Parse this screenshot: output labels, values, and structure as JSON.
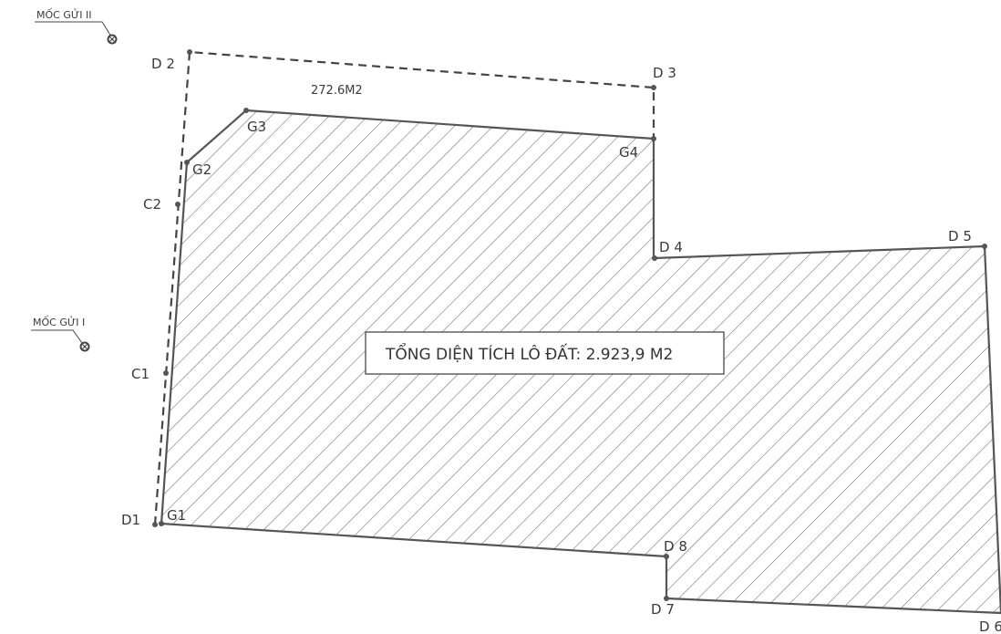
{
  "plan": {
    "total_area_label": "TỔNG DIỆN TÍCH LÔ ĐẤT: 2.923,9 M2",
    "strip_area_label": "272.6M2",
    "benchmarks": [
      {
        "label": "MỐC GỬI II"
      },
      {
        "label": "MỐC GỬI I"
      }
    ],
    "points": {
      "D1": "D1",
      "D2": "D 2",
      "D3": "D 3",
      "D4": "D 4",
      "D5": "D 5",
      "D6": "D 6",
      "D7": "D 7",
      "D8": "D 8",
      "C1": "C1",
      "C2": "C2",
      "G1": "G1",
      "G2": "G2",
      "G3": "G3",
      "G4": "G4"
    }
  },
  "colors": {
    "line": "#555555",
    "hatch": "#6a6a6a",
    "background": "#ffffff"
  }
}
